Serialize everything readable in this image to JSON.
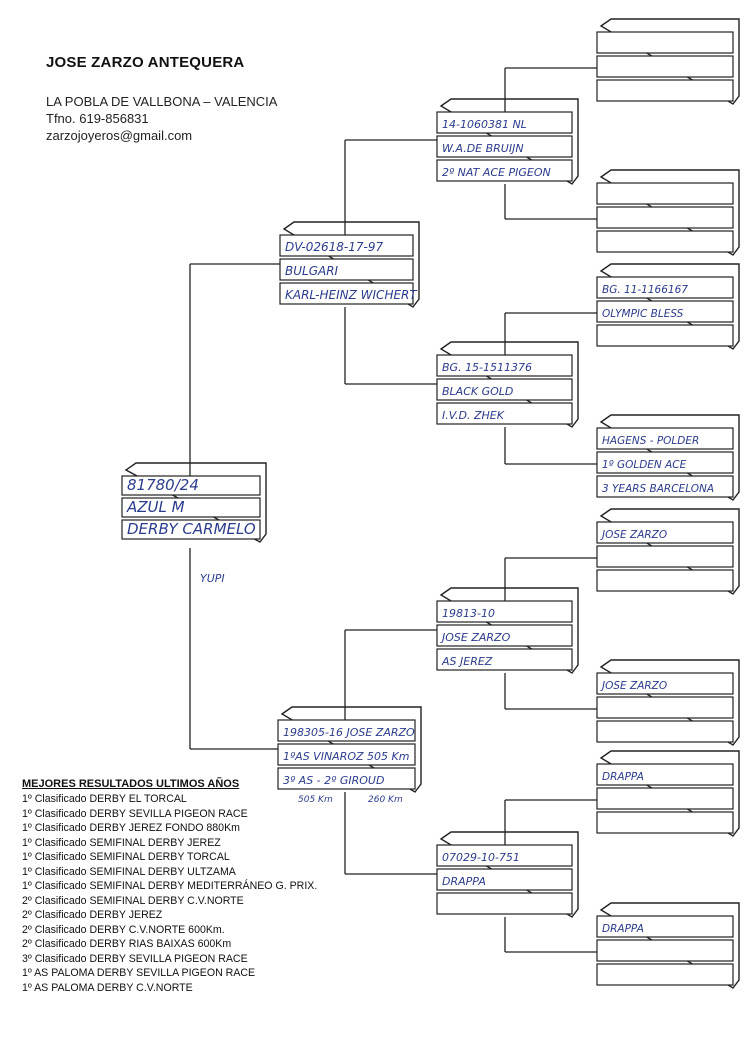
{
  "owner": {
    "name": "JOSE ZARZO ANTEQUERA",
    "address": "LA POBLA DE VALLBONA – VALENCIA",
    "phone": "Tfno. 619-856831",
    "email": "zarzojoyeros@gmail.com"
  },
  "pedigree": {
    "subject": {
      "lines": [
        "81780/24",
        "AZUL M",
        "DERBY CARMELO"
      ],
      "note": "YUPI"
    },
    "sire": {
      "lines": [
        "DV-02618-17-97",
        "BULGARI",
        "KARL-HEINZ WICHERT"
      ]
    },
    "dam": {
      "lines": [
        "198305-16 JOSE ZARZO",
        "1ºAS VINAROZ 505 Km",
        "3º AS - 2º GIROUD"
      ],
      "notes": [
        "505 Km",
        "260 Km"
      ]
    },
    "sire_sire": {
      "lines": [
        "14-1060381 NL",
        "W.A.DE BRUIJN",
        "2º NAT ACE PIGEON"
      ]
    },
    "sire_dam": {
      "lines": [
        "BG. 15-1511376",
        "BLACK GOLD",
        "I.V.D. ZHEK"
      ]
    },
    "dam_sire": {
      "lines": [
        "19813-10",
        "JOSE ZARZO",
        "AS JEREZ"
      ]
    },
    "dam_dam": {
      "lines": [
        "07029-10-751",
        "DRAPPA",
        ""
      ]
    },
    "ggp": [
      {
        "lines": [
          "",
          "",
          ""
        ]
      },
      {
        "lines": [
          "",
          "",
          ""
        ]
      },
      {
        "lines": [
          "BG. 11-1166167",
          "OLYMPIC BLESS",
          ""
        ]
      },
      {
        "lines": [
          "HAGENS - POLDER",
          "1º GOLDEN ACE",
          "3 YEARS BARCELONA"
        ]
      },
      {
        "lines": [
          "JOSE ZARZO",
          "",
          ""
        ]
      },
      {
        "lines": [
          "JOSE ZARZO",
          "",
          ""
        ]
      },
      {
        "lines": [
          "DRAPPA",
          "",
          ""
        ]
      },
      {
        "lines": [
          "DRAPPA",
          "",
          ""
        ]
      }
    ]
  },
  "results": {
    "title": "MEJORES RESULTADOS ULTIMOS AÑOS",
    "items": [
      "1º Clasificado DERBY EL TORCAL",
      "1º Clasificado DERBY SEVILLA PIGEON RACE",
      "1º Clasificado DERBY JEREZ FONDO 880Km",
      "1º Clasificado SEMIFINAL DERBY JEREZ",
      "1º Clasificado SEMIFINAL DERBY TORCAL",
      "1º Clasificado SEMIFINAL DERBY ULTZAMA",
      "1º Clasificado SEMIFINAL DERBY MEDITERRÁNEO G. PRIX.",
      "2º Clasificado SEMIFINAL DERBY C.V.NORTE",
      "2º Clasificado DERBY JEREZ",
      "2º Clasificado DERBY C.V.NORTE 600Km.",
      "2º Clasificado DERBY RIAS BAIXAS 600Km",
      "3º Clasificado DERBY SEVILLA PIGEON RACE",
      "1º AS PALOMA DERBY SEVILLA PIGEON RACE",
      "1º AS PALOMA DERBY C.V.NORTE"
    ]
  }
}
